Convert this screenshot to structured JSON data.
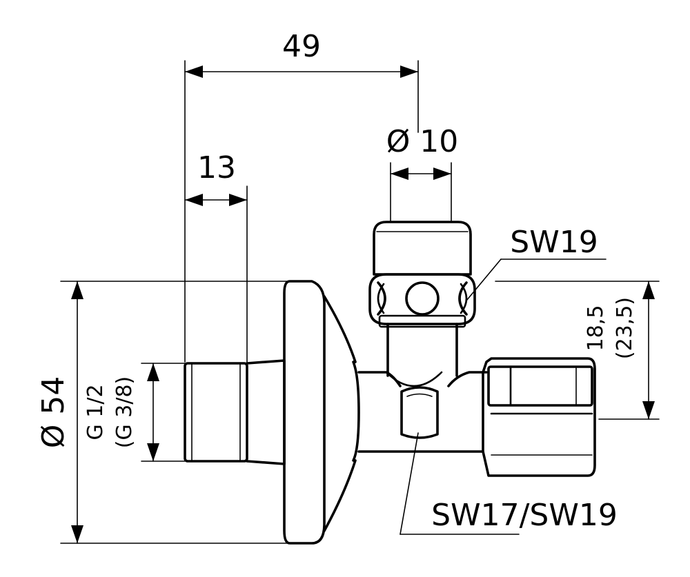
{
  "labels": {
    "dim_49": "49",
    "dim_13": "13",
    "dim_d10": "Ø 10",
    "dim_d54": "Ø 54",
    "thread_main": "G 1/2",
    "thread_alt": "(G 3/8)",
    "dim_185": "18,5",
    "dim_235": "(23,5)",
    "sw_top": "SW19",
    "sw_bottom": "SW17/SW19"
  }
}
